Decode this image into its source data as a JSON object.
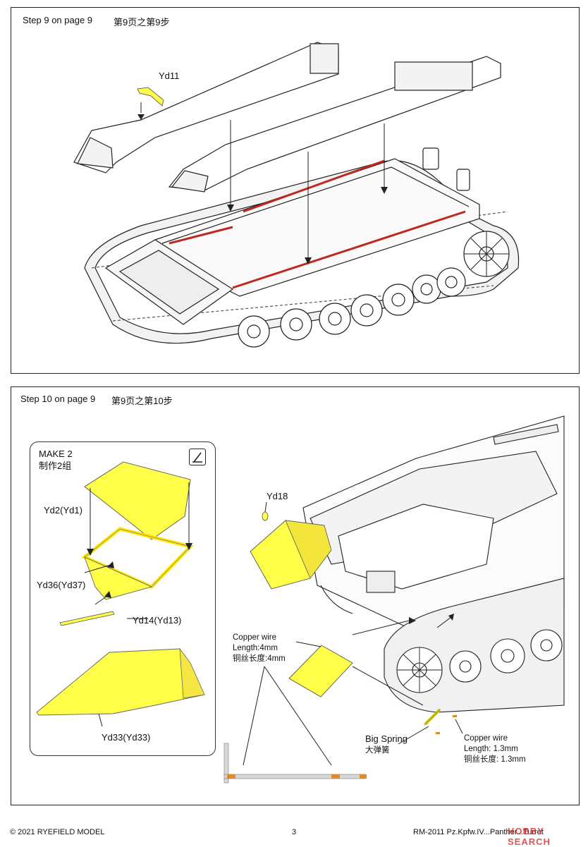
{
  "step9": {
    "title": "Step 9 on page 9",
    "title_cn": "第9页之第9步",
    "part_label": "Yd11"
  },
  "step10": {
    "title": "Step 10 on page 9",
    "title_cn": "第9页之第10步",
    "inset": {
      "make": "MAKE 2",
      "make_cn": "制作2组",
      "parts": [
        "Yd2(Yd1)",
        "Yd36(Yd37)",
        "Yd14(Yd13)",
        "Yd33(Yd33)"
      ]
    },
    "yd18": "Yd18",
    "copper1": {
      "line1": "Copper wire",
      "line2": "Length:4mm",
      "line3": "铜丝长度:4mm"
    },
    "spring": {
      "line1": "Big Spring",
      "line2": "大弹簧"
    },
    "copper2": {
      "line1": "Copper wire",
      "line2": "Length: 1.3mm",
      "line3": "铜丝长度: 1.3mm"
    }
  },
  "footer": {
    "copyright": "© 2021 RYEFIELD MODEL",
    "page": "3",
    "model": "RM-2011 Pz.Kpfw.IV...Panther...Turret",
    "watermark": "HOBBY SEARCH"
  },
  "colors": {
    "part_yellow": "#ffff4a",
    "highlight_red": "#c0281f"
  }
}
